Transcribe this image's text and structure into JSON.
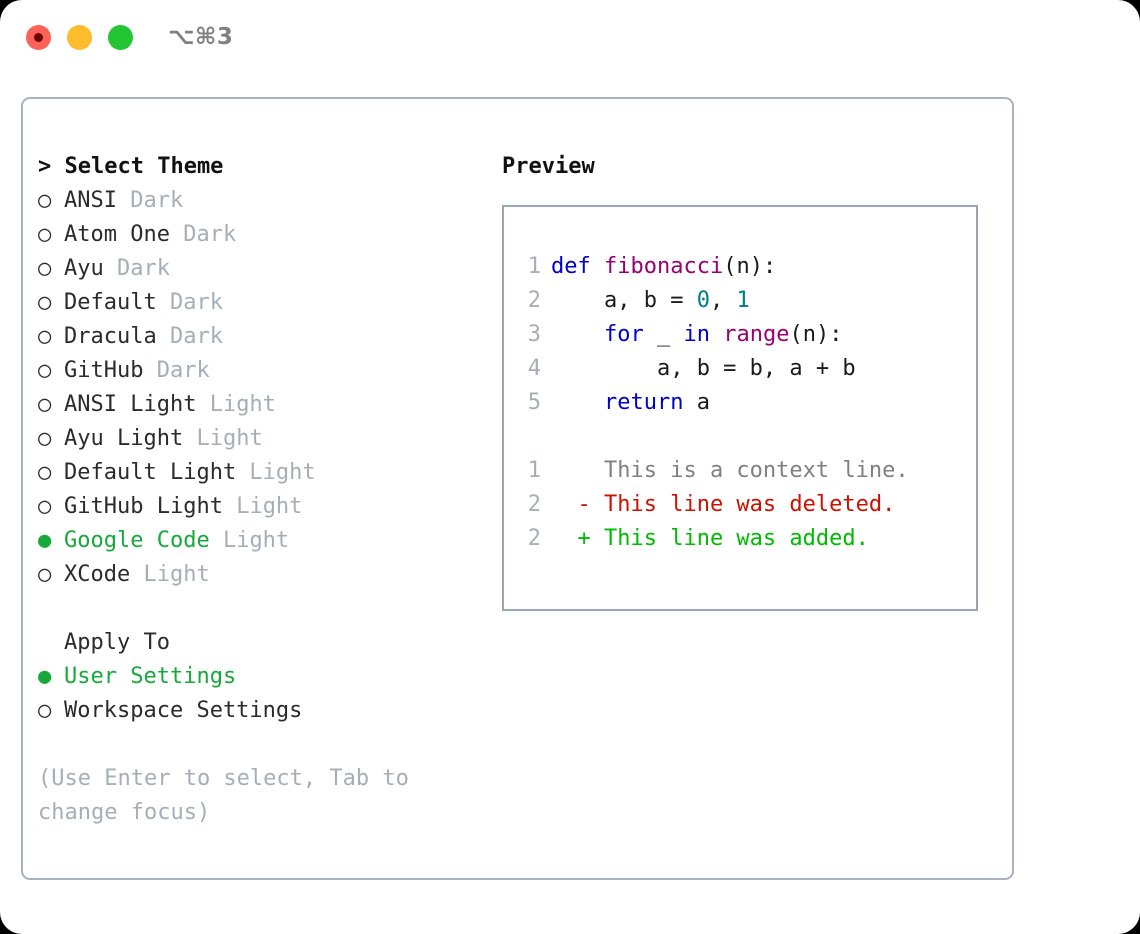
{
  "window": {
    "titlebar_shortcut": "⌥⌘3",
    "traffic_lights": [
      {
        "name": "close",
        "color": "#ff6058"
      },
      {
        "name": "minimize",
        "color": "#ffbd2e"
      },
      {
        "name": "maximize",
        "color": "#24c534"
      }
    ]
  },
  "theme_picker": {
    "title": "> Select Theme",
    "selected_marker": "●",
    "unselected_marker": "○",
    "accent_color": "#17a93a",
    "tag_color": "#a6aeb8",
    "items": [
      {
        "marker": "○",
        "label": "ANSI",
        "tag": "Dark",
        "selected": false
      },
      {
        "marker": "○",
        "label": "Atom One",
        "tag": "Dark",
        "selected": false
      },
      {
        "marker": "○",
        "label": "Ayu",
        "tag": "Dark",
        "selected": false
      },
      {
        "marker": "○",
        "label": "Default",
        "tag": "Dark",
        "selected": false
      },
      {
        "marker": "○",
        "label": "Dracula",
        "tag": "Dark",
        "selected": false
      },
      {
        "marker": "○",
        "label": "GitHub",
        "tag": "Dark",
        "selected": false
      },
      {
        "marker": "○",
        "label": "ANSI Light",
        "tag": "Light",
        "selected": false
      },
      {
        "marker": "○",
        "label": "Ayu Light",
        "tag": "Light",
        "selected": false
      },
      {
        "marker": "○",
        "label": "Default Light",
        "tag": "Light",
        "selected": false
      },
      {
        "marker": "○",
        "label": "GitHub Light",
        "tag": "Light",
        "selected": false
      },
      {
        "marker": "●",
        "label": "Google Code",
        "tag": "Light",
        "selected": true
      },
      {
        "marker": "○",
        "label": "XCode",
        "tag": "Light",
        "selected": false
      }
    ]
  },
  "apply_to": {
    "title": "Apply To",
    "items": [
      {
        "marker": "●",
        "label": "User Settings",
        "selected": true
      },
      {
        "marker": "○",
        "label": "Workspace Settings",
        "selected": false
      }
    ]
  },
  "hint": "(Use Enter to select, Tab to change focus)",
  "preview": {
    "title": "Preview",
    "code_lines": [
      {
        "num": "1",
        "tokens": [
          {
            "t": "def ",
            "c": "kw"
          },
          {
            "t": "fibonacci",
            "c": "fn"
          },
          {
            "t": "(n):",
            "c": "pln"
          }
        ]
      },
      {
        "num": "2",
        "tokens": [
          {
            "t": "    a, b = ",
            "c": "pln"
          },
          {
            "t": "0",
            "c": "num"
          },
          {
            "t": ", ",
            "c": "pln"
          },
          {
            "t": "1",
            "c": "num"
          }
        ]
      },
      {
        "num": "3",
        "tokens": [
          {
            "t": "    ",
            "c": "pln"
          },
          {
            "t": "for",
            "c": "kw"
          },
          {
            "t": " _ ",
            "c": "pln"
          },
          {
            "t": "in",
            "c": "kw"
          },
          {
            "t": " ",
            "c": "pln"
          },
          {
            "t": "range",
            "c": "fn"
          },
          {
            "t": "(n):",
            "c": "pln"
          }
        ]
      },
      {
        "num": "4",
        "tokens": [
          {
            "t": "        a, b = b, a + b",
            "c": "pln"
          }
        ]
      },
      {
        "num": "5",
        "tokens": [
          {
            "t": "    ",
            "c": "pln"
          },
          {
            "t": "return",
            "c": "kw"
          },
          {
            "t": " a",
            "c": "pln"
          }
        ]
      }
    ],
    "diff_lines": [
      {
        "num": "1",
        "sign": " ",
        "text": " This is a context line.",
        "kind": "ctx"
      },
      {
        "num": "2",
        "sign": "-",
        "text": " This line was deleted.",
        "kind": "del"
      },
      {
        "num": "2",
        "sign": "+",
        "text": " This line was added.",
        "kind": "add"
      }
    ]
  }
}
